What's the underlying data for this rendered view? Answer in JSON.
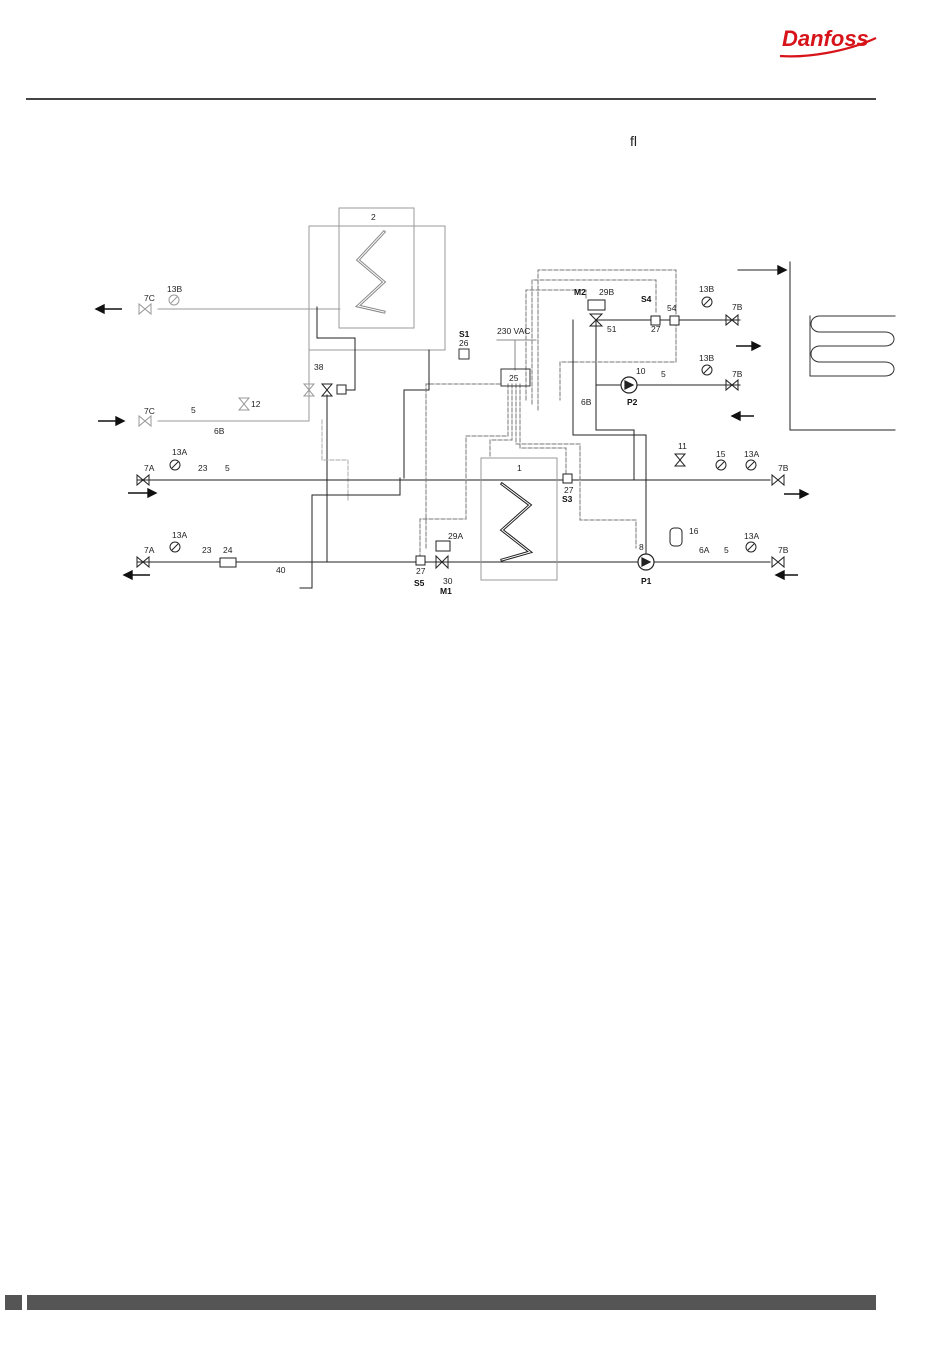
{
  "brand": {
    "name": "Danfoss",
    "color": "#d7141a"
  },
  "header_glyph": "fl",
  "diagram": {
    "labels": {
      "boiler_2": "2",
      "tank_1": "1",
      "s1": "S1",
      "n26": "26",
      "power": "230  VAC",
      "controller": "25",
      "m2": "M2",
      "n29b": "29B",
      "s4": "S4",
      "n54": "54",
      "n27_top": "27",
      "n51": "51",
      "n13b_top": "13B",
      "n7b_top": "7B",
      "n13b_mid": "13B",
      "n7b_mid": "7B",
      "n10": "10",
      "n5_mid": "5",
      "p2": "P2",
      "n6b_mid": "6B",
      "n13b_left": "13B",
      "n7c_top": "7C",
      "n38": "38",
      "n7c_bot": "7C",
      "n5_left": "5",
      "n12": "12",
      "n6b_left": "6B",
      "n7a_top": "7A",
      "n13a_top": "13A",
      "n23_top": "23",
      "n5_top": "5",
      "n27_s3": "27",
      "s3": "S3",
      "n11": "11",
      "n15": "15",
      "n13a_right_top": "13A",
      "n7b_right_top": "7B",
      "n7a_bot": "7A",
      "n13a_bot": "13A",
      "n23_bot": "23",
      "n24": "24",
      "n40": "40",
      "n27_s5": "27",
      "s5": "S5",
      "n29a": "29A",
      "n30": "30",
      "m1": "M1",
      "n8": "8",
      "p1": "P1",
      "n16": "16",
      "n6a": "6A",
      "n5_bot": "5",
      "n13a_right_bot": "13A",
      "n7b_right_bot": "7B"
    }
  }
}
